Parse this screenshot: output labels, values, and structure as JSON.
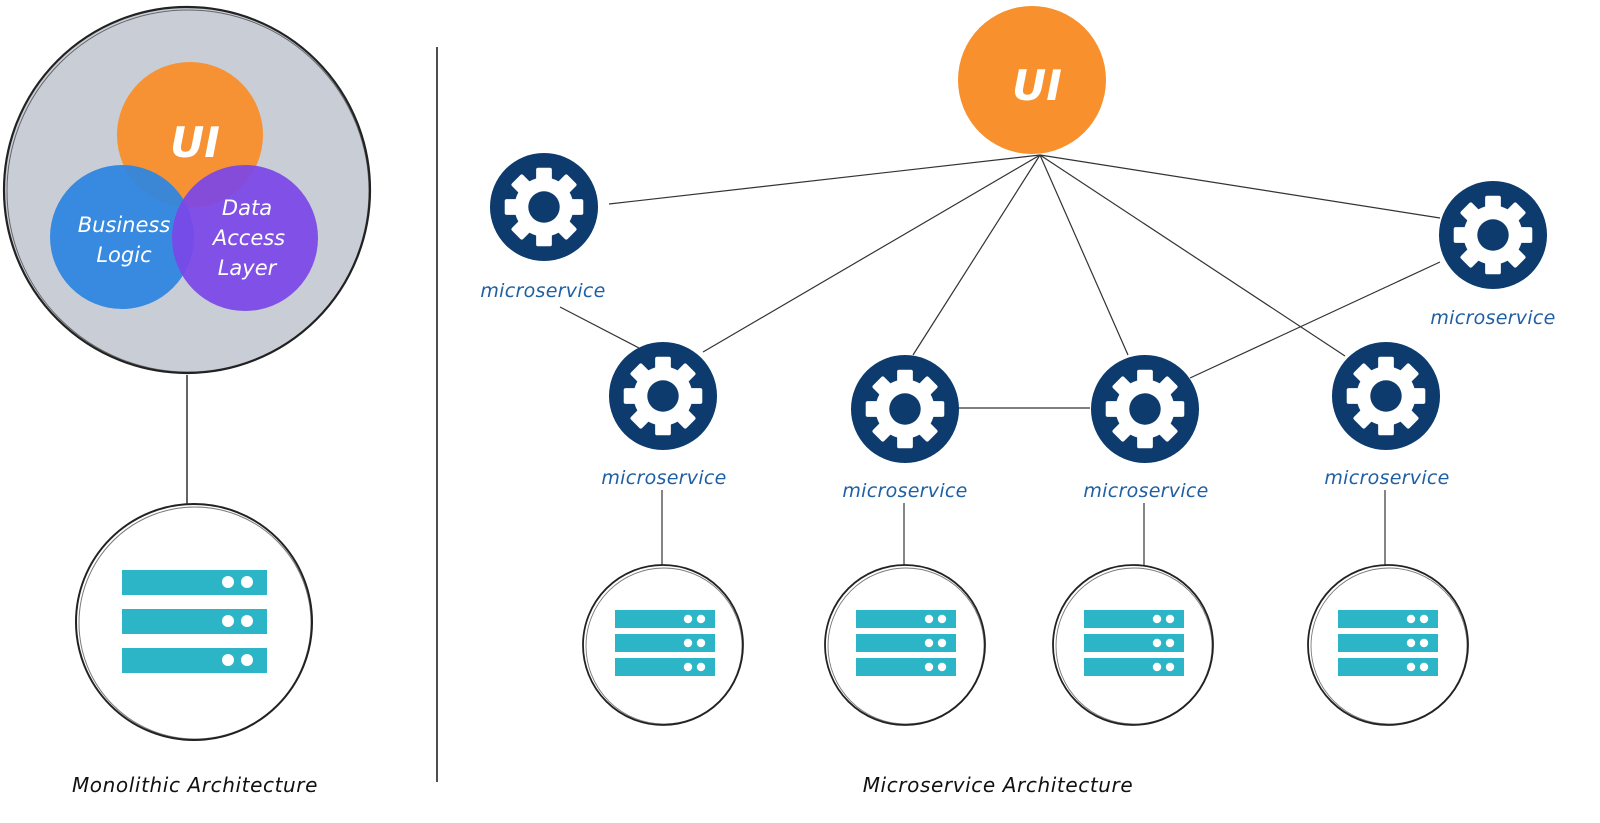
{
  "colors": {
    "ui_orange": "#f7902d",
    "business_blue": "#2f86e0",
    "data_access_purple": "#7b47e8",
    "monolith_fill": "#c9ced6",
    "gear_navy": "#0d3b6e",
    "label_blue": "#1f5fa3",
    "db_teal": "#2bb5c6",
    "line": "#222222"
  },
  "monolith": {
    "ui_label": "UI",
    "business_line1": "Business",
    "business_line2": "Logic",
    "data_line1": "Data",
    "data_line2": "Access",
    "data_line3": "Layer",
    "caption": "Monolithic Architecture",
    "database_icon": "server-stack-icon"
  },
  "microservices": {
    "ui_label": "UI",
    "caption": "Microservice Architecture",
    "service_icon": "gear-icon",
    "database_icon": "server-stack-icon",
    "service_label": "microservice",
    "services": [
      {
        "id": "top-left",
        "label": "microservice"
      },
      {
        "id": "top-right",
        "label": "microservice"
      },
      {
        "id": "bottom-1",
        "label": "microservice"
      },
      {
        "id": "bottom-2",
        "label": "microservice"
      },
      {
        "id": "bottom-3",
        "label": "microservice"
      },
      {
        "id": "bottom-4",
        "label": "microservice"
      }
    ]
  }
}
